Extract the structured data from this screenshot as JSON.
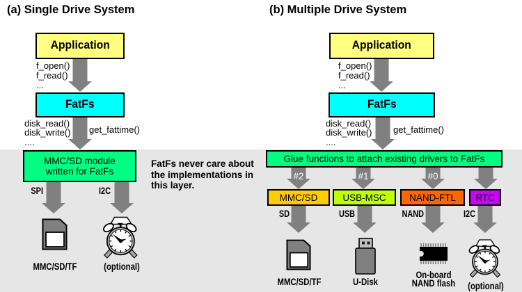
{
  "colors": {
    "application": "#FFFF80",
    "fatfs": "#00FFFF",
    "module": "#00FF80",
    "glue": "#00FF80",
    "mmc_sd": "#FFCC00",
    "usb_msc": "#C0FF00",
    "nand_ftl": "#FF6600",
    "rtc": "#CC00FF",
    "arrow": "#808080",
    "layer_band": "#E6E6E6",
    "icon_gray": "#808080",
    "icon_light": "#C0C0C0",
    "text": "#000000",
    "number_text": "#FFFFFF"
  },
  "panel_a": {
    "title": "(a) Single Drive System",
    "app_box": "Application",
    "fatfs_box": "FatFs",
    "app_calls": [
      "f_open()",
      "f_read()",
      "..."
    ],
    "disk_calls": [
      "disk_read()",
      "disk_write()",
      "...."
    ],
    "get_fattime": "get_fattime()",
    "module_box_line1": "MMC/SD module",
    "module_box_line2": "written for FatFs",
    "bus_spi": "SPI",
    "bus_i2c": "I2C",
    "card_caption": "MMC/SD/TF",
    "clock_caption": "(optional)",
    "note_line1": "FatFs never care about",
    "note_line2": "the implementations in",
    "note_line3": "this layer."
  },
  "panel_b": {
    "title": "(b) Multiple Drive System",
    "app_box": "Application",
    "fatfs_box": "FatFs",
    "app_calls": [
      "f_open()",
      "f_read()",
      "..."
    ],
    "disk_calls": [
      "disk_read()",
      "disk_write()",
      "...."
    ],
    "get_fattime": "get_fattime()",
    "glue_box": "Glue functions to attach existing drivers to FatFs",
    "drive_numbers": [
      "#2",
      "#1",
      "#0"
    ],
    "driver_boxes": [
      "MMC/SD",
      "USB-MSC",
      "NAND-FTL",
      "RTC"
    ],
    "bus_labels": [
      "SD",
      "USB",
      "NAND",
      "I2C"
    ],
    "card_caption": "MMC/SD/TF",
    "usb_caption": "U-Disk",
    "nand_caption_line1": "On-board",
    "nand_caption_line2": "NAND flash",
    "clock_caption": "(optional)"
  }
}
